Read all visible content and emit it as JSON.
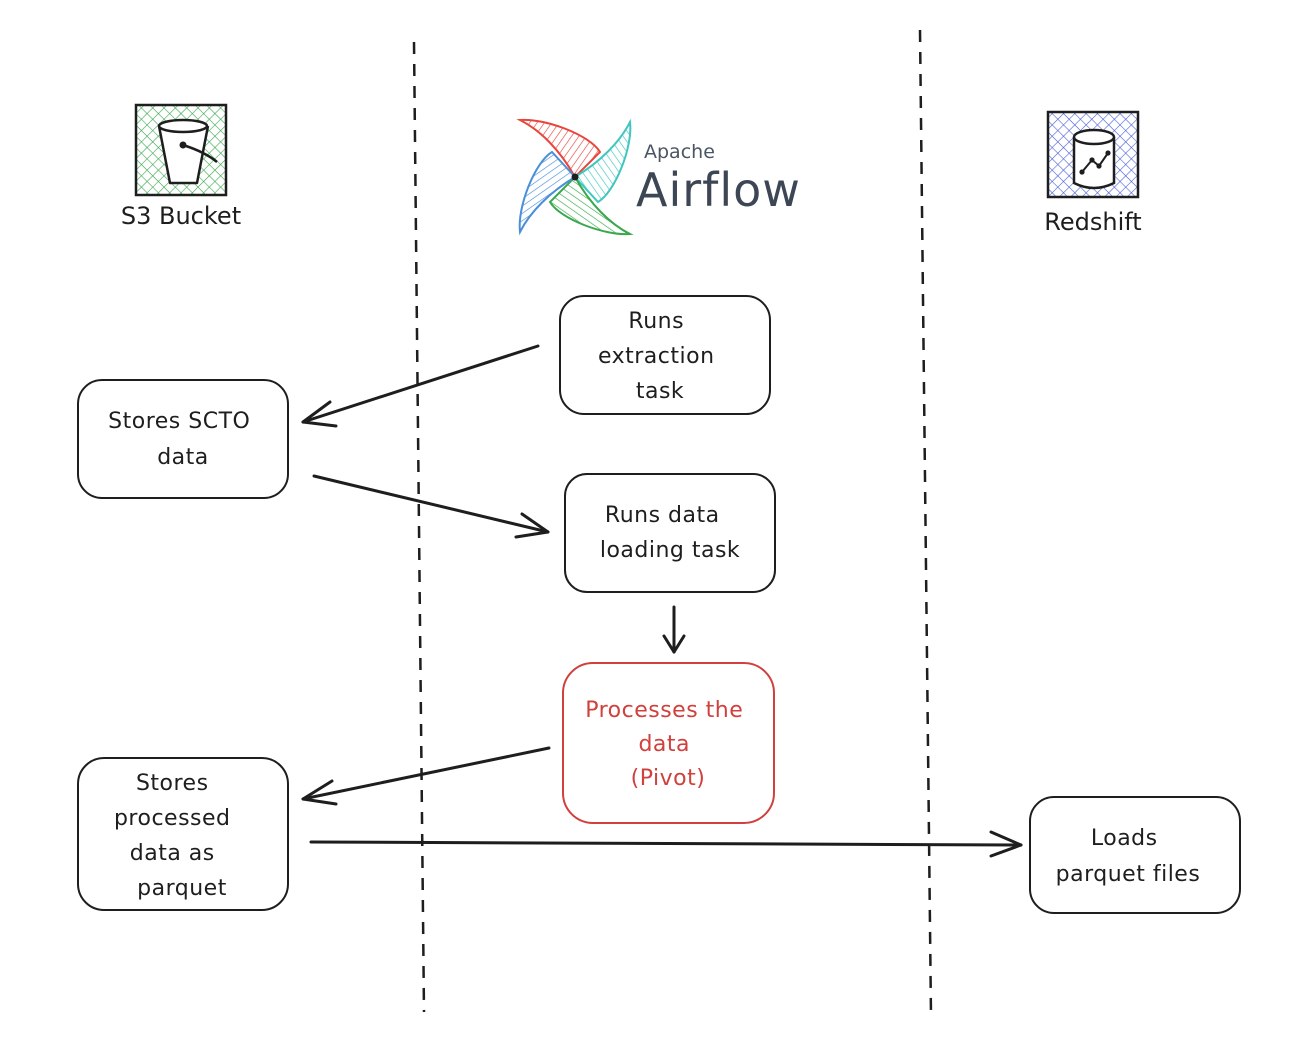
{
  "columns": {
    "left": {
      "label": "S3 Bucket",
      "icon": "s3-bucket-icon",
      "color": "#3aa84d"
    },
    "middle": {
      "brand_small": "Apache",
      "brand_big": "Airflow",
      "icon": "airflow-pinwheel-icon"
    },
    "right": {
      "label": "Redshift",
      "icon": "redshift-database-icon",
      "color": "#4a5fd8"
    }
  },
  "nodes": {
    "extraction": [
      "Runs",
      "extraction",
      "task"
    ],
    "store_raw": [
      "Stores SCTO",
      "data"
    ],
    "loading": [
      "Runs data",
      "loading task"
    ],
    "processing": [
      "Processes the",
      "data",
      "(Pivot)"
    ],
    "store_processed": [
      "Stores",
      "processed",
      "data as",
      "parquet"
    ],
    "load_redshift": [
      "Loads",
      "parquet files"
    ]
  },
  "colors": {
    "stroke": "#1e1e1e",
    "highlight": "#d0403c",
    "airflow_red": "#e8453c",
    "airflow_teal": "#3fc6c0",
    "airflow_blue": "#4a8fd8",
    "airflow_green": "#3aa84d"
  }
}
